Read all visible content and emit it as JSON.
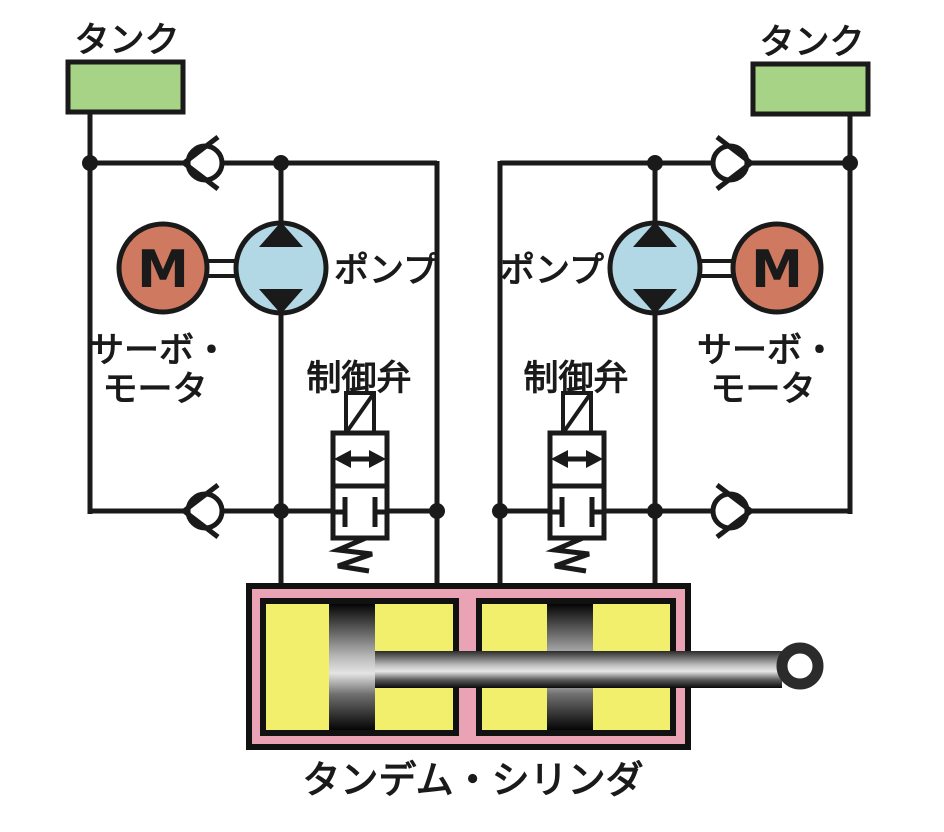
{
  "diagram": {
    "kind": "hydraulic-circuit-diagram",
    "caption": "タンデム・シリンダ",
    "components_summary": {
      "tanks": 2,
      "servo_motors": 2,
      "pumps": 2,
      "control_valves": 2,
      "check_valves": 4,
      "tandem_cylinder": 1
    }
  },
  "labels": {
    "tank": "タンク",
    "pump": "ポンプ",
    "servo_motor_line1": "サーボ・",
    "servo_motor_line2": "モータ",
    "control_valve": "制御弁",
    "motor_symbol": "M",
    "cylinder_caption": "タンデム・シリンダ"
  },
  "colors": {
    "line": "#1a1a1a",
    "tank_fill": "#a6d386",
    "motor_fill": "#cf7a60",
    "pump_fill": "#b2d7e5",
    "valve_fill": "#ffffff",
    "check_valve_fill": "#ffffff",
    "cylinder_frame_fill": "#e9a3b5",
    "cylinder_chamber_fill": "#f2ef6d"
  }
}
